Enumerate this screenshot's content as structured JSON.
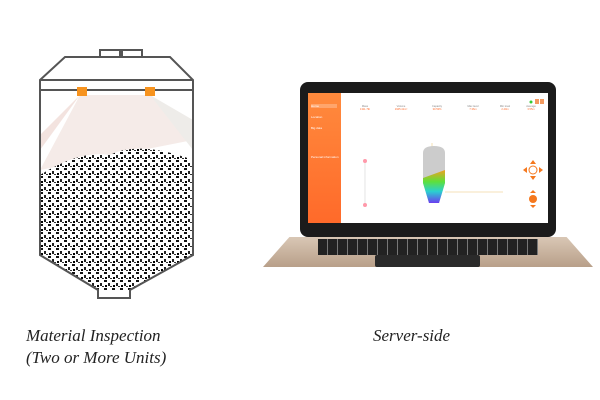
{
  "captions": {
    "left_line1": "Material Inspection",
    "left_line2": "(Two or More Units)",
    "right": "Server-side"
  },
  "screen": {
    "sidebar": [
      "Home",
      "Location",
      "Big data",
      "Personal information"
    ],
    "stats": [
      {
        "label": "Mass",
        "value": "1311.79t"
      },
      {
        "label": "Volume",
        "value": "1945.41m³"
      },
      {
        "label": "Capacity",
        "value": "30.53%"
      },
      {
        "label": "Max level",
        "value": "7.36m"
      },
      {
        "label": "Min level",
        "value": "2.40m"
      },
      {
        "label": "Average",
        "value": "3.55m"
      }
    ]
  },
  "colors": {
    "accent": "#ff6a2a",
    "silo": "#555555"
  }
}
